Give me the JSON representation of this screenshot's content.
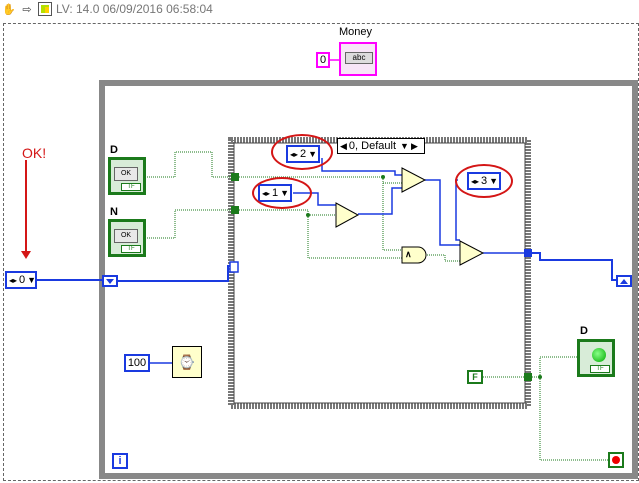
{
  "title": "LV: 14.0 06/09/2016 06:58:04",
  "annotation": {
    "ok": "OK!"
  },
  "money": {
    "label": "Money",
    "value": "0",
    "indicator": "abc"
  },
  "controls": {
    "d_label": "D",
    "n_label": "N",
    "ok_text": "OK",
    "tf_text": "TF"
  },
  "case": {
    "selector": "0, Default"
  },
  "enums": {
    "outer": "0",
    "inner1": "1",
    "inner2": "2",
    "inner3": "3"
  },
  "wait": {
    "value": "100"
  },
  "indicator": {
    "label": "D",
    "tf_text": "TF"
  },
  "false_const": "F",
  "iteration": "i",
  "colors": {
    "wire_blue": "#1a3ae0",
    "wire_green": "#1b7a1b",
    "frame": "#888888",
    "annotation_red": "#d41616",
    "pink": "#ff00ff"
  }
}
